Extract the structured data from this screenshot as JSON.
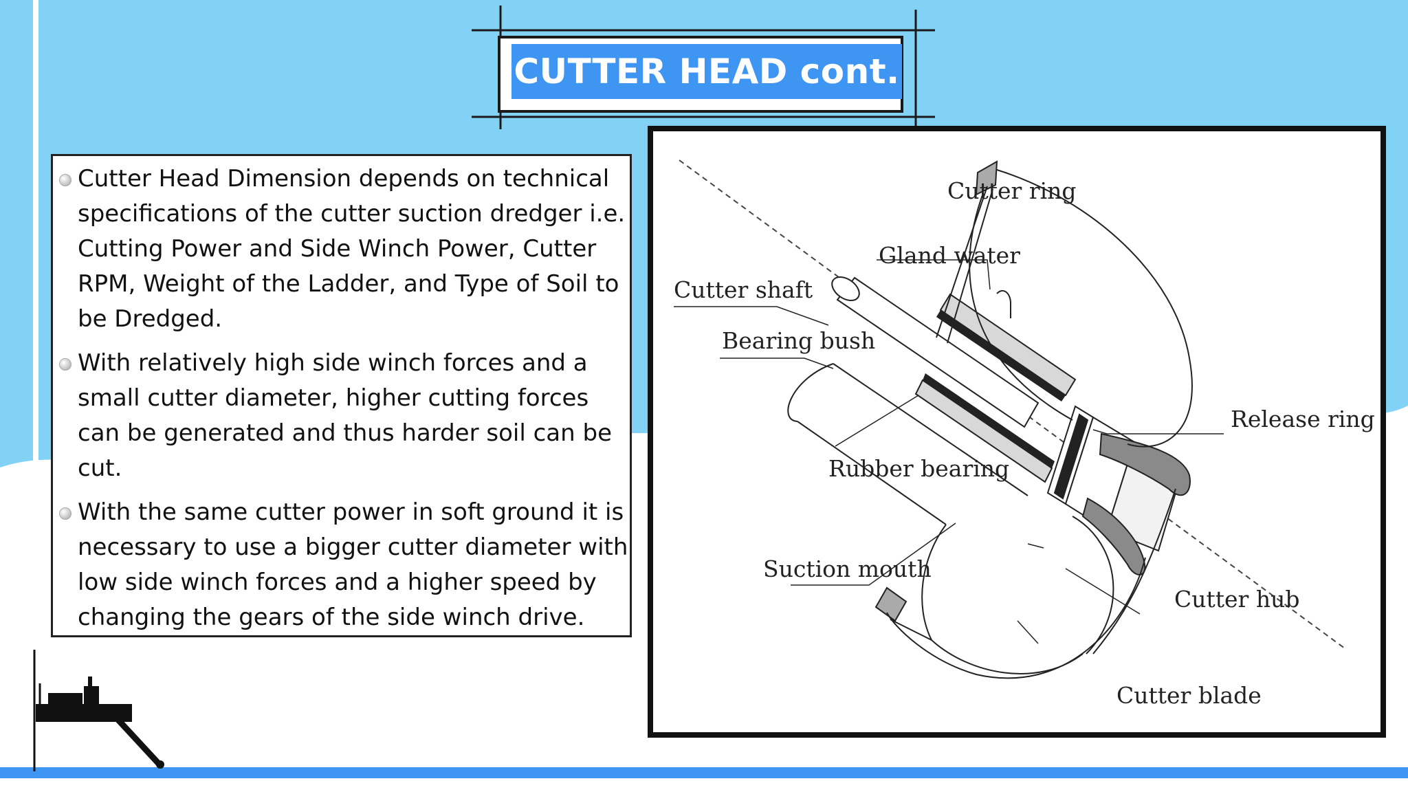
{
  "title": "CUTTER HEAD cont.",
  "bullets": [
    "Cutter Head Dimension depends on technical specifications of the cutter suction dredger i.e. Cutting Power and Side Winch Power, Cutter RPM, Weight of the Ladder, and Type of Soil to be Dredged.",
    "With relatively high side winch forces and a small cutter diameter, higher cutting forces can be generated and thus harder soil can be cut.",
    "With the same cutter power in soft ground it is necessary to use a bigger cutter diameter with low side winch forces and a higher speed by changing the gears of the side winch drive."
  ],
  "diagram": {
    "labels": {
      "cutter_ring": "Cutter ring",
      "gland_water": "Gland water",
      "cutter_shaft": "Cutter shaft",
      "bearing_bush": "Bearing bush",
      "release_ring": "Release ring",
      "rubber_bearing": "Rubber bearing",
      "suction_mouth": "Suction mouth",
      "cutter_hub": "Cutter hub",
      "cutter_blade": "Cutter blade"
    }
  },
  "colors": {
    "sky": "#82d2f6",
    "title_fill": "#3f95f2",
    "bottom_stripe": "#3f95f2"
  }
}
